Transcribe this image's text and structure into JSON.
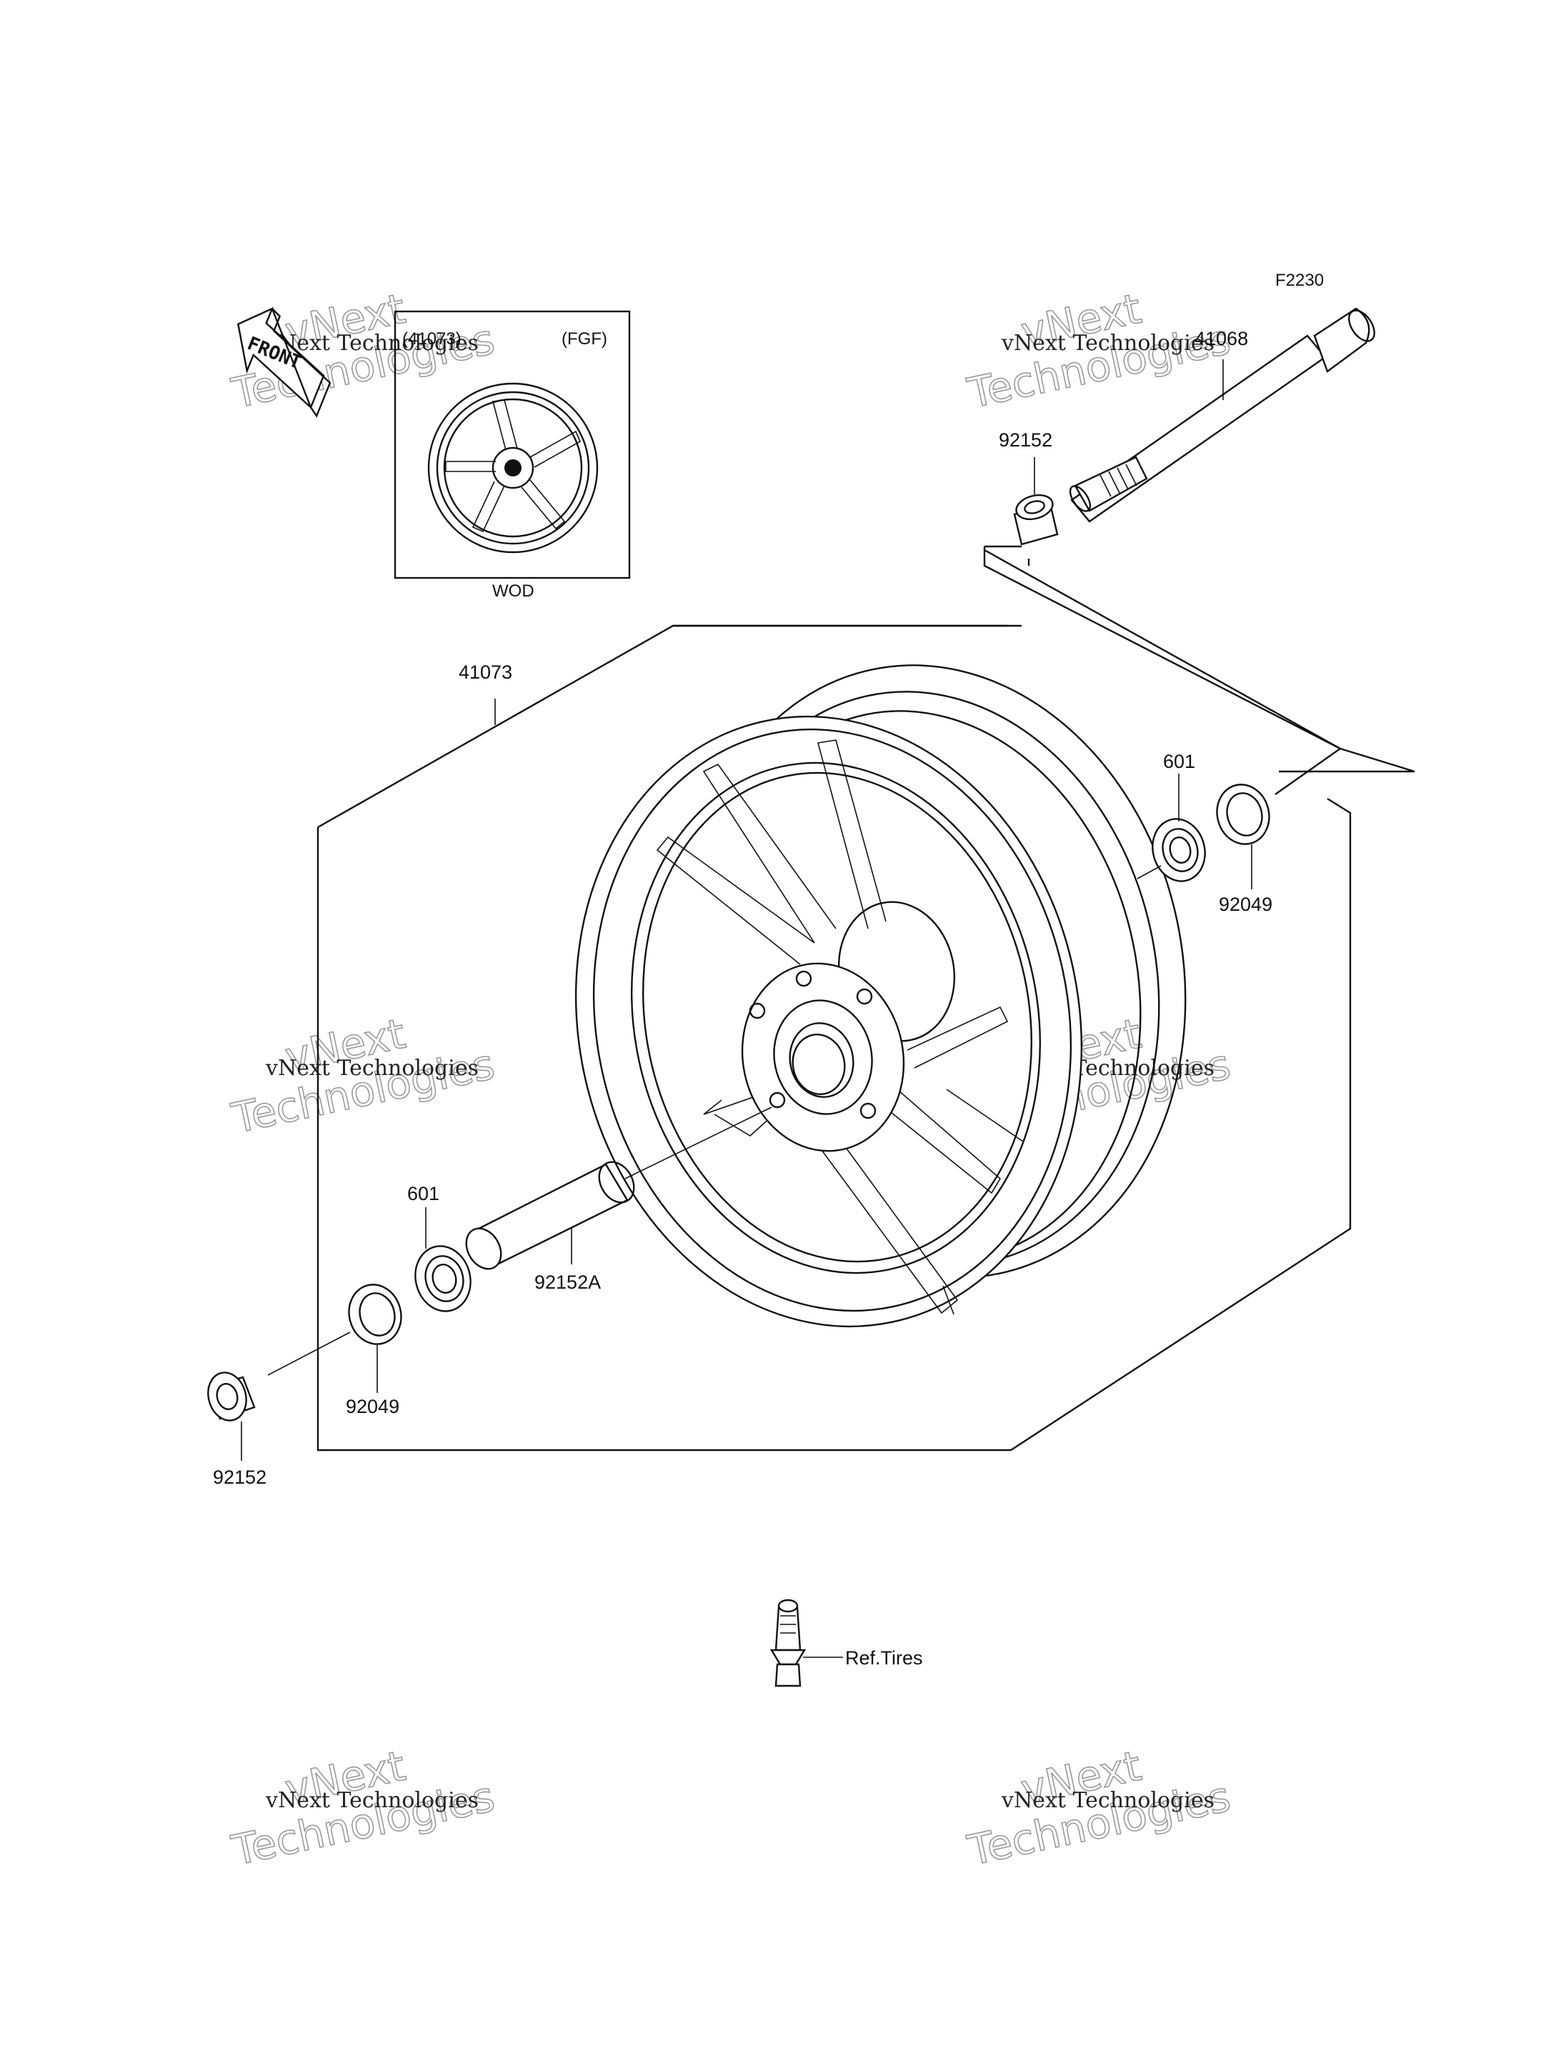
{
  "diagram_code": "F2230",
  "inset": {
    "part_ref": "(41073)",
    "variant": "(FGF)",
    "caption": "WOD"
  },
  "front_indicator": "FRONT",
  "parts": {
    "axle": "41068",
    "collar_top": "92152",
    "wheel_assembly": "41073",
    "bearing_right": "601",
    "seal_right": "92049",
    "bearing_left": "601",
    "spacer": "92152A",
    "seal_left": "92049",
    "collar_left": "92152",
    "valve_ref": "Ref.Tires"
  },
  "watermarks": [
    {
      "line1": "vNext",
      "line2": "vNext Technologies",
      "line3": "Technologies"
    },
    {
      "line1": "vNext",
      "line2": "vNext Technologies",
      "line3": "Technologies"
    },
    {
      "line1": "vNext",
      "line2": "vNext Technologies",
      "line3": "Technologies"
    },
    {
      "line1": "vNext",
      "line2": "vNext Technologies",
      "line3": "Technologies"
    },
    {
      "line1": "vNext",
      "line2": "vNext Technologies",
      "line3": "Technologies"
    },
    {
      "line1": "vNext",
      "line2": "vNext Technologies",
      "line3": "Technologies"
    }
  ],
  "colors": {
    "line": "#111111",
    "background": "#ffffff",
    "watermark": "#9a9a9a"
  }
}
